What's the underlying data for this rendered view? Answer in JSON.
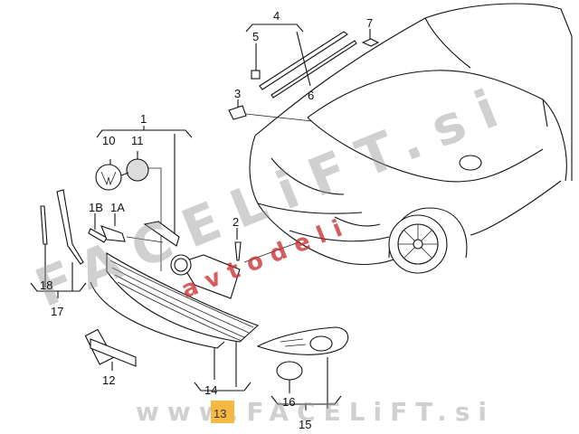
{
  "diagram": {
    "part_labels": {
      "p1": "1",
      "p1a": "1A",
      "p1b": "1B",
      "p2": "2",
      "p3": "3",
      "p4": "4",
      "p5": "5",
      "p6": "6",
      "p7": "7",
      "p10": "10",
      "p11": "11",
      "p12": "12",
      "p13": "13",
      "p14": "14",
      "p15": "15",
      "p16": "16",
      "p17": "17",
      "p18": "18"
    },
    "highlighted_part": "13",
    "highlight_color": "#f5b942"
  },
  "watermarks": {
    "diagonal": "FACELiFT.si",
    "diagonal_red": "avtodeli",
    "bottom": "www.FACELiFT.si"
  }
}
